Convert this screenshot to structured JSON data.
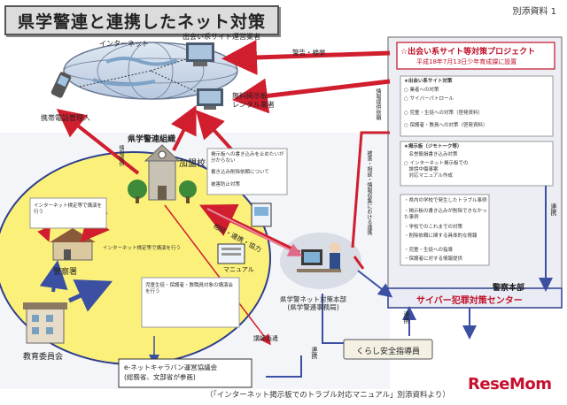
{
  "title": "県学警連と連携したネット対策",
  "attachment_label": "別添資料 1",
  "caption": "（「インターネット掲示板でのトラブル対応マニュアル」別添資料より）",
  "logo": "ReseMom",
  "nodes": {
    "dating_site_operator": "出会い系サイト運営業者",
    "internet": "インターネット",
    "mobile_operator": "携帯電話管理人",
    "bbs_rental": "無料掲示板\nレンタル業者",
    "school_org": "県学警連組織",
    "member_school": "加盟校",
    "police_station": "警察署",
    "board_of_education": "教育委員会",
    "hq": "県学警ネット対策本部\n(県学警連事務局)",
    "manual": "マニュアル",
    "police_hq": "警察本部",
    "cyber_center": "サイバー犯罪対策センター",
    "kurashi": "くらし安全指導員",
    "caravan": "e-ネットキャラバン運営協議会\n(総務省、文部省が参画)"
  },
  "edges": {
    "warning_arrest": "警告・検挙",
    "report_consult_cooperate": "相談・連携・協力",
    "lecturer_dispatch": "講師派遣",
    "liaison": "連携",
    "info_request": "情報提供依頼",
    "correspond_left": "情報提供",
    "vertical_info": "被害・相談・情報収集における連携"
  },
  "project": {
    "title": "☆出会い系サイト等対策プロジェクト",
    "subtitle": "平成18年7月13日少年育成課に設置",
    "items": [
      "★出会い系サイト対策",
      "○ 業者への対策",
      "○ サイバーパトロール",
      "○ 児童・生徒への対策（啓発資料）",
      "○ 保護者・教員への対策（啓発資料）",
      "★掲示板（ジモトーク等）",
      "　名誉毀損書き込み対策",
      "○ インターネット掲示板での\n　誹謗中傷事案\n　対応マニュアル作成"
    ]
  },
  "police_hq_notes": [
    "・県内の学校で発生したトラブル事例",
    "・掲示板の書き込みが削除できなかった事例",
    "・学校でのこれまでの対策",
    "・削除依頼に関する具体的な情報",
    "・児童・生徒への指導",
    "・保護者に対する情報提供"
  ],
  "school_notes": [
    "掲示板への書き込みを止めたいが分からない",
    "書き込み削除依頼について",
    "被害防止対策"
  ],
  "police_note": "インターネット検定等で講演を行う",
  "caravan_note": "児童生徒・保護者・教職員対象の講演会を行う"
}
